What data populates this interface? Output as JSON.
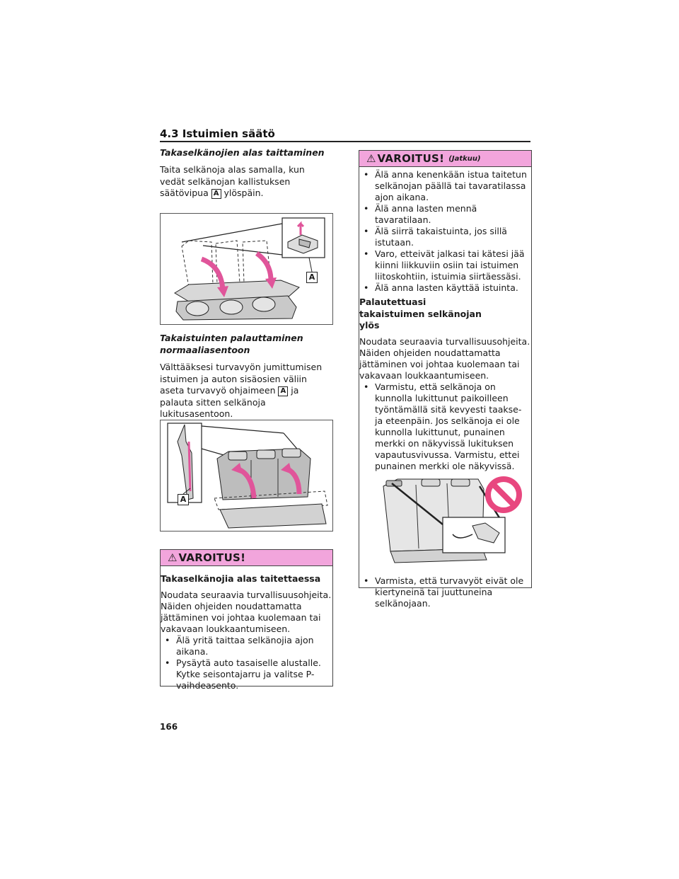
{
  "section": {
    "title": "4.3  Istuimien säätö"
  },
  "left": {
    "heading1": "Takaselkänojien alas taittaminen",
    "para1_pre": "Taita selkänoja alas samalla, kun vedät selkänojan kallistuksen säätövipua",
    "para1_key": "A",
    "para1_post": "ylöspäin.",
    "fig1_label": "A",
    "heading2_line1": "Takaistuinten palauttaminen",
    "heading2_line2": "normaaliasentoon",
    "para2_pre": "Välttääksesi turvavyön jumittumisen istuimen ja auton sisäosien väliin aseta turvavyö ohjaimeen",
    "para2_key": "A",
    "para2_post": "ja palauta sitten selkänoja lukitusasentoon.",
    "fig2_label": "A",
    "warning": {
      "title": "VAROITUS!",
      "subhead": "Takaselkänojia alas taitettaessa",
      "text": "Noudata seuraavia turvallisuusohjeita. Näiden ohjeiden noudattamatta jättäminen voi johtaa kuolemaan tai vakavaan loukkaantumiseen.",
      "bullets": [
        "Älä yritä taittaa selkänojia ajon aikana.",
        "Pysäytä auto tasaiselle alustalle. Kytke seisontajarru ja valitse P-vaihdeasento."
      ]
    }
  },
  "right": {
    "warning": {
      "title": "VAROITUS!",
      "continued": "(Jatkuu)",
      "bullets_top": [
        "Älä anna kenenkään istua taitetun selkänojan päällä tai tavaratilassa ajon aikana.",
        "Älä anna lasten mennä tavaratilaan.",
        "Älä siirrä takaistuinta, jos sillä istutaan.",
        "Varo, etteivät jalkasi tai kätesi jää kiinni liikkuviin osiin tai istuimen liitoskohtiin, istuimia siirtäessäsi.",
        "Älä anna lasten käyttää istuinta."
      ],
      "subhead": "Palautettuasi takaistuimen selkänojan ylös",
      "text": "Noudata seuraavia turvallisuusohjeita. Näiden ohjeiden noudattamatta jättäminen voi johtaa kuolemaan tai vakavaan loukkaantumiseen.",
      "bullets_mid": [
        "Varmistu, että selkänoja on kunnolla lukittunut paikoilleen työntämällä sitä kevyesti taakse- ja eteenpäin. Jos selkänoja ei ole kunnolla lukittunut, punainen merkki on näkyvissä lukituksen vapautusvivussa. Varmistu, ettei punainen merkki ole näkyvissä."
      ],
      "bullets_bottom": [
        "Varmista, että turvavyöt eivät ole kiertyneinä tai juuttuneina selkänojaan."
      ]
    }
  },
  "page_number": "166",
  "colors": {
    "warning_header": "#f2a5dc",
    "arrow": "#e0559a",
    "prohibit": "#e8477f"
  }
}
